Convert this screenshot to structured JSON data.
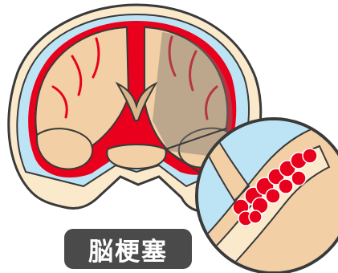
{
  "caption": "脳梗塞",
  "colors": {
    "skull": "#fbe9cc",
    "brain": "#f2cfa4",
    "brain_outline": "#3a3a3a",
    "csf": "#bde4f5",
    "blood": "#e8001c",
    "shade": "#9a9590",
    "label_bg": "#4a4a4a",
    "label_text": "#ffffff"
  },
  "icons": {
    "brain": "brain-coronal-section",
    "zoom": "blood-vessel-clot-magnifier"
  }
}
